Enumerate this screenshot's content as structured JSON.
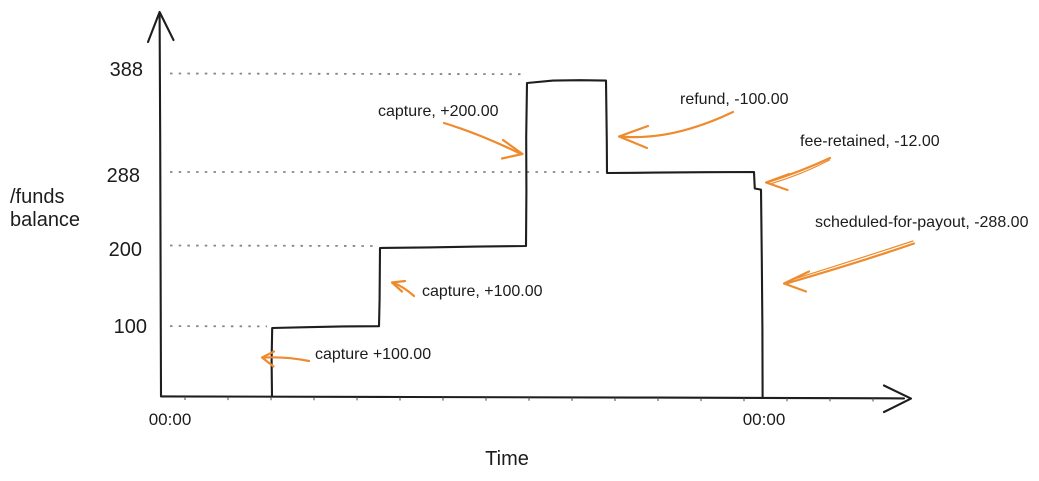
{
  "chart_data": {
    "type": "line",
    "line_style": "step",
    "title": "",
    "xlabel": "Time",
    "ylabel": "/funds balance",
    "x_tick_labels": [
      "00:00",
      "00:00"
    ],
    "y_tick_values": [
      100,
      200,
      288,
      388
    ],
    "ylim": [
      0,
      430
    ],
    "grid": "horizontal dotted guides at each y tick level, ending at the matching step",
    "series": [
      {
        "name": "/funds balance",
        "step_levels": [
          0,
          100,
          200,
          388,
          288,
          276,
          0
        ]
      }
    ],
    "events": [
      {
        "label": "capture +100.00",
        "delta": 100,
        "balance_after": 100
      },
      {
        "label": "capture, +100.00",
        "delta": 100,
        "balance_after": 200
      },
      {
        "label": "capture, +200.00",
        "delta": 200,
        "balance_after": 388
      },
      {
        "label": "refund, -100.00",
        "delta": -100,
        "balance_after": 288
      },
      {
        "label": "fee-retained, -12.00",
        "delta": -12,
        "balance_after": 276
      },
      {
        "label": "scheduled-for-payout, -288.00",
        "delta": -288,
        "balance_after": 0
      }
    ],
    "legend_position": "none"
  },
  "labels": {
    "y_axis_title": "/funds\nbalance",
    "x_axis_title": "Time",
    "y_ticks": [
      "388",
      "288",
      "200",
      "100"
    ],
    "x_tick_left": "00:00",
    "x_tick_right": "00:00"
  },
  "annotations": {
    "capture1": "capture +100.00",
    "capture2": "capture, +100.00",
    "capture3": "capture, +200.00",
    "refund": "refund, -100.00",
    "fee": "fee-retained, -12.00",
    "payout": "scheduled-for-payout, -288.00"
  },
  "colors": {
    "stroke": "#1e1e1e",
    "guide": "#868686",
    "accent_orange": "#ee8b2e",
    "background": "#ffffff"
  }
}
